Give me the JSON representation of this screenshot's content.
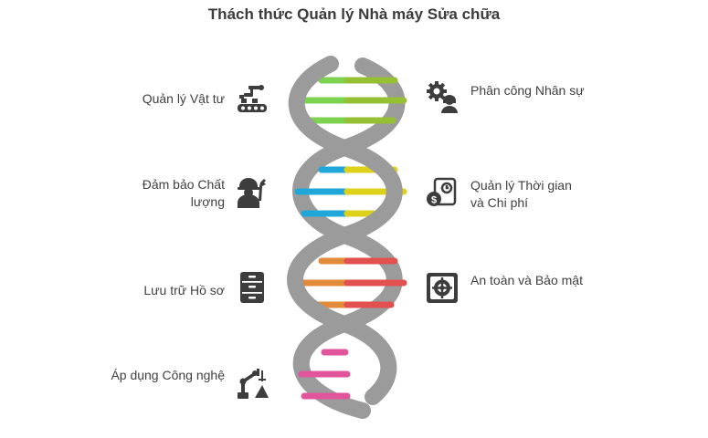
{
  "title": "Thách thức Quản lý Nhà máy Sửa chữa",
  "items": [
    {
      "label": "Quản lý Vật tư",
      "icon": "conveyor-robot-arm-icon",
      "color": "#7dd24f"
    },
    {
      "label": "Phân công Nhân sự",
      "icon": "gears-worker-icon",
      "color": "#95c033"
    },
    {
      "label": "Đảm bảo Chất lượng",
      "icon": "worker-wrench-icon",
      "color": "#1fa7d9"
    },
    {
      "label": "Quản lý Thời gian và Chi phí",
      "icon": "clock-document-dollar-icon",
      "color": "#ddd11c"
    },
    {
      "label": "Lưu trữ Hồ sơ",
      "icon": "file-cabinet-icon",
      "color": "#e2893a"
    },
    {
      "label": "An toàn và Bảo mật",
      "icon": "safe-vault-icon",
      "color": "#e2504f"
    },
    {
      "label": "Áp dụng Công nghệ",
      "icon": "robot-arm-icon",
      "color": "#e0559c"
    }
  ],
  "colors": {
    "strand": "#9b9b9b",
    "icon": "#3d3d3d"
  }
}
